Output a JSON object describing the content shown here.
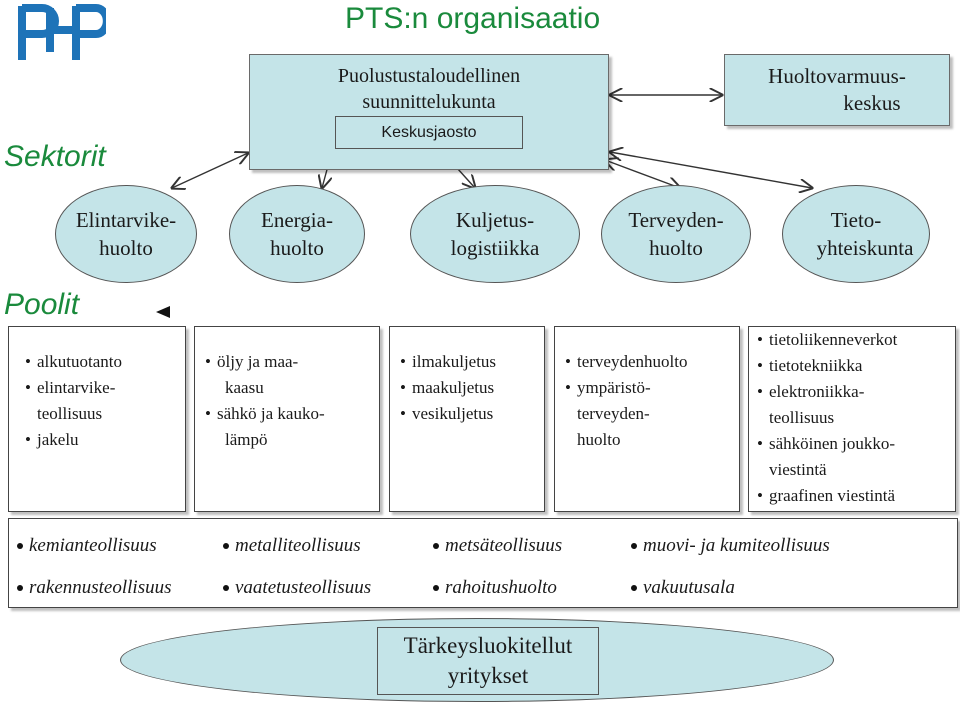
{
  "title": "PTS:n organisaatio",
  "sections": {
    "sektorit": "Sektorit",
    "poolit": "Poolit"
  },
  "top": {
    "main_box": {
      "line1": "Puolustustaloudellinen",
      "line2": "suunnittelukunta"
    },
    "sub_box": "Keskusjaosto",
    "right_box": {
      "line1": "Huoltovarmuus-",
      "line2": "keskus"
    }
  },
  "sectors": [
    {
      "line1": "Elintarvike-",
      "line2": "huolto"
    },
    {
      "line1": "Energia-",
      "line2": "huolto"
    },
    {
      "line1": "Kuljetus-",
      "line2": "logistiikka"
    },
    {
      "line1": "Terveyden-",
      "line2": "huolto"
    },
    {
      "line1": "Tieto-",
      "line2": "yhteiskunta"
    }
  ],
  "pools": [
    {
      "lines": [
        {
          "text": "alkutuotanto",
          "bullet": true
        },
        {
          "text": "elintarvike-",
          "bullet": true
        },
        {
          "text": "teollisuus",
          "bullet": false
        },
        {
          "text": "jakelu",
          "bullet": true
        }
      ]
    },
    {
      "lines": [
        {
          "text": "öljy ja maa-",
          "bullet": true
        },
        {
          "text": "kaasu",
          "bullet": false
        },
        {
          "text": "sähkö ja kauko-",
          "bullet": true
        },
        {
          "text": "lämpö",
          "bullet": false
        }
      ]
    },
    {
      "lines": [
        {
          "text": "ilmakuljetus",
          "bullet": true
        },
        {
          "text": "maakuljetus",
          "bullet": true
        },
        {
          "text": "vesikuljetus",
          "bullet": true
        }
      ]
    },
    {
      "lines": [
        {
          "text": "terveydenhuolto",
          "bullet": true
        },
        {
          "text": "ympäristö-",
          "bullet": true
        },
        {
          "text": "terveyden-",
          "bullet": false
        },
        {
          "text": "huolto",
          "bullet": false
        }
      ]
    },
    {
      "lines": [
        {
          "text": "tietoliikenneverkot",
          "bullet": true
        },
        {
          "text": "tietotekniikka",
          "bullet": true
        },
        {
          "text": "elektroniikka-",
          "bullet": true
        },
        {
          "text": "teollisuus",
          "bullet": false
        },
        {
          "text": "sähköinen joukko-",
          "bullet": true
        },
        {
          "text": "viestintä",
          "bullet": false
        },
        {
          "text": "graafinen viestintä",
          "bullet": true
        }
      ]
    }
  ],
  "industries": [
    [
      "kemianteollisuus",
      "metalliteollisuus",
      "metsäteollisuus",
      "muovi- ja kumiteollisuus"
    ],
    [
      "rakennusteollisuus",
      "vaatetusteollisuus",
      "rahoitushuolto",
      "vakuutusala"
    ]
  ],
  "bottom": {
    "line1": "Tärkeysluokitellut",
    "line2": "yritykset"
  },
  "colors": {
    "accent": "#1a8a3c",
    "box_fill": "#c4e4e8",
    "logo": "#1e73b8"
  }
}
